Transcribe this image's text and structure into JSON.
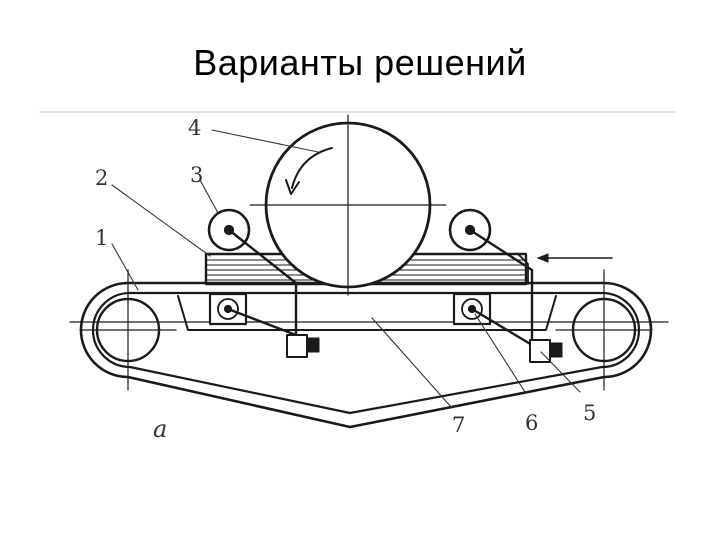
{
  "slide": {
    "title": "Варианты решений"
  },
  "figure": {
    "variant_label": "a",
    "part_labels": [
      "1",
      "2",
      "3",
      "4",
      "5",
      "6",
      "7"
    ],
    "line_color": "#1a1a1a",
    "background": "#ffffff"
  }
}
